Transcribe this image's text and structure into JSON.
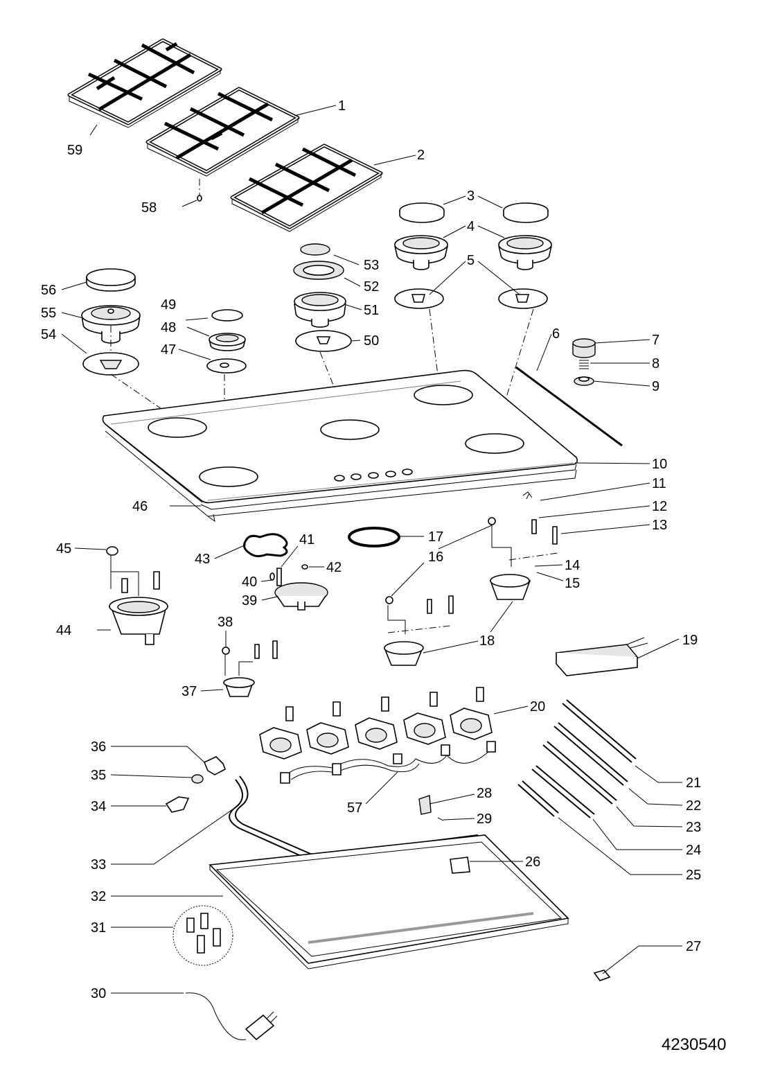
{
  "drawing_code": "4230540",
  "callouts": [
    "1",
    "2",
    "3",
    "4",
    "5",
    "6",
    "7",
    "8",
    "9",
    "10",
    "11",
    "12",
    "13",
    "14",
    "15",
    "16",
    "17",
    "18",
    "19",
    "20",
    "21",
    "22",
    "23",
    "24",
    "25",
    "26",
    "27",
    "28",
    "29",
    "30",
    "31",
    "32",
    "33",
    "34",
    "35",
    "36",
    "37",
    "38",
    "39",
    "40",
    "41",
    "42",
    "43",
    "44",
    "45",
    "46",
    "47",
    "48",
    "49",
    "50",
    "51",
    "52",
    "53",
    "54",
    "55",
    "56",
    "57",
    "58",
    "59"
  ]
}
